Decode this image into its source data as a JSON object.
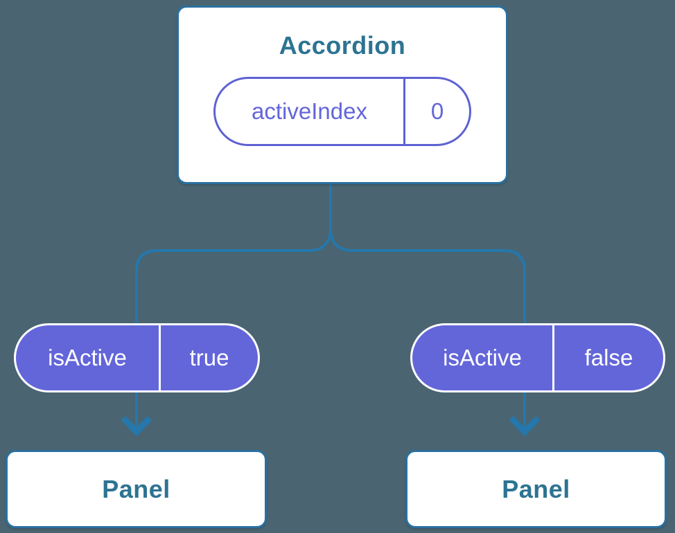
{
  "diagram": {
    "type": "component-tree",
    "root": {
      "title": "Accordion",
      "state": {
        "name": "activeIndex",
        "value": "0"
      }
    },
    "children": [
      {
        "prop": {
          "name": "isActive",
          "value": "true"
        },
        "node": {
          "title": "Panel"
        }
      },
      {
        "prop": {
          "name": "isActive",
          "value": "false"
        },
        "node": {
          "title": "Panel"
        }
      }
    ]
  },
  "colors": {
    "background": "#4A6571",
    "connector": "#2577AC",
    "node_border": "#2A70A0",
    "node_text": "#2D7392",
    "pill_fill": "#6366D9",
    "pill_border": "#5E61D3",
    "pill_text": "#FFFFFF"
  }
}
